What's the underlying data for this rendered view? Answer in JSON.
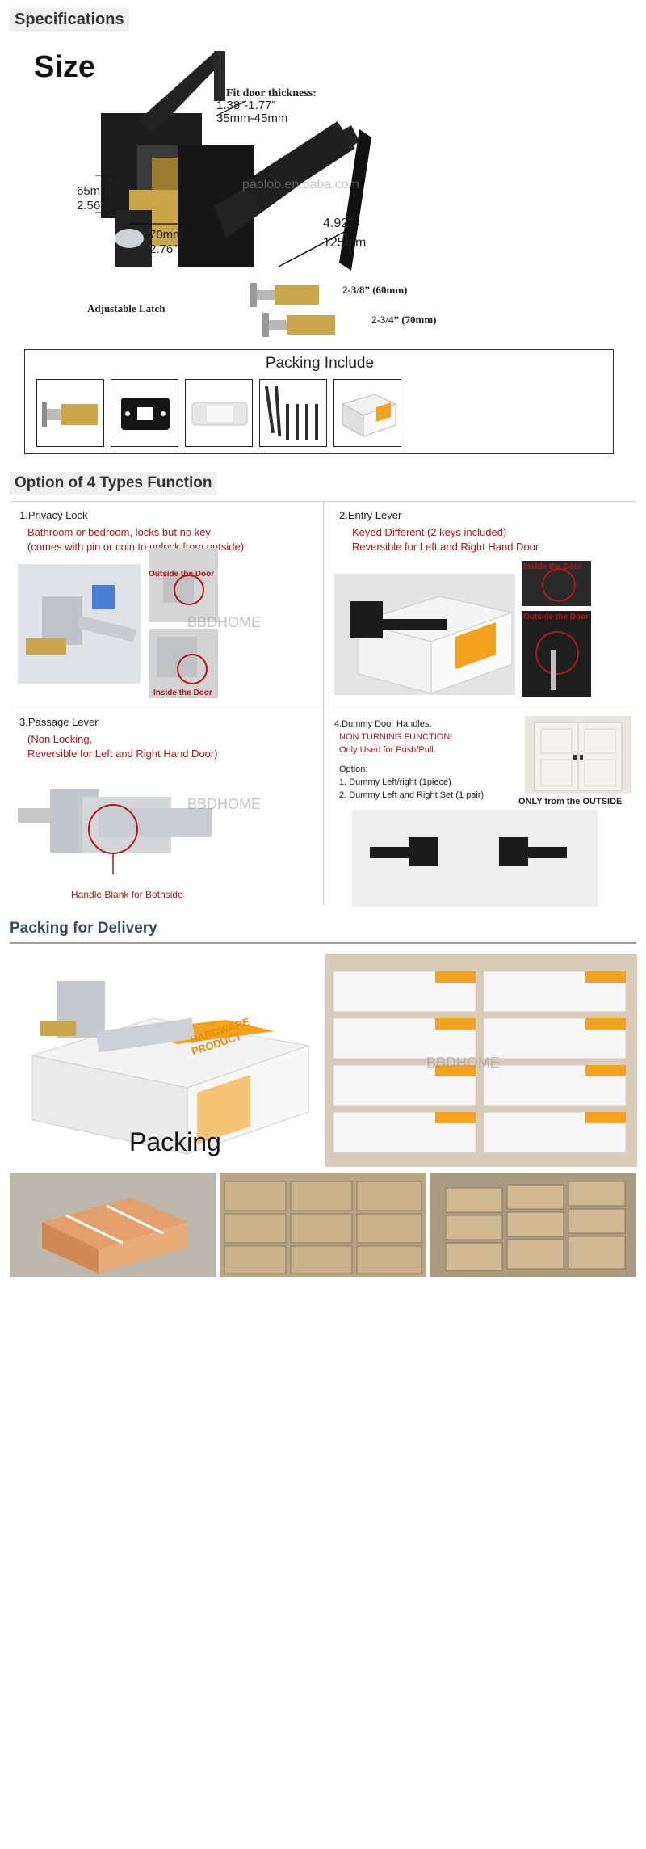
{
  "specs": {
    "heading": "Specifications",
    "size_title": "Size",
    "fit_door_label": "Fit door thickness:",
    "fit_door_inch": "1.38”-1.77”",
    "fit_door_mm": "35mm-45mm",
    "height_mm": "65mm",
    "height_in": "2.56”",
    "latch_mm": "70mm",
    "latch_in": "2.76”",
    "lever_in": "4.92”",
    "lever_mm": "125mm",
    "watermark": "paolob.en.baba.com",
    "adjustable_latch": "Adjustable Latch",
    "latch_60": "2-3/8” (60mm)",
    "latch_70": "2-3/4” (70mm)"
  },
  "packing_include": {
    "title": "Packing Include"
  },
  "options": {
    "heading": "Option of 4 Types Function",
    "watermark": "BBDHOME",
    "privacy": {
      "title": "1.Privacy Lock",
      "line1": "Bathroom or bedroom, locks but no key",
      "line2": "(comes with pin or coin to unlock from outside)",
      "outside": "Outside the Door",
      "inside": "Inside the Door"
    },
    "entry": {
      "title": "2.Entry Lever",
      "line1": "Keyed Different (2 keys included)",
      "line2": "Reversible for Left and Right Hand Door",
      "inside": "Inside the Door",
      "outside": "Outside the Door"
    },
    "passage": {
      "title": "3.Passage Lever",
      "line1": "(Non Locking,",
      "line2": "Reversible for Left and Right Hand Door)",
      "callout": "Handle Blank for Bothside"
    },
    "dummy": {
      "title": "4.Dummy Door Handles.",
      "line1": "NON TURNING  FUNCTION!",
      "line2": "Only Used for Push/Pull.",
      "option_label": "Option:",
      "opt1": "1. Dummy Left/right (1piece)",
      "opt2": "2. Dummy Left and Right Set (1 pair)",
      "only_prefix": "ONLY",
      "only_suffix": " from the OUTSIDE"
    }
  },
  "delivery": {
    "heading": "Packing for Delivery",
    "packing_label": "Packing",
    "watermark": "BBDHOME",
    "box_brand_1": "HARDWARE",
    "box_brand_2": "PRODUCT"
  },
  "colors": {
    "accent_red": "#b01818",
    "box_orange": "#f4a11d",
    "matte_black": "#1f1f1f",
    "satin_nickel": "#b9bcc0",
    "brass": "#c9a74a"
  }
}
